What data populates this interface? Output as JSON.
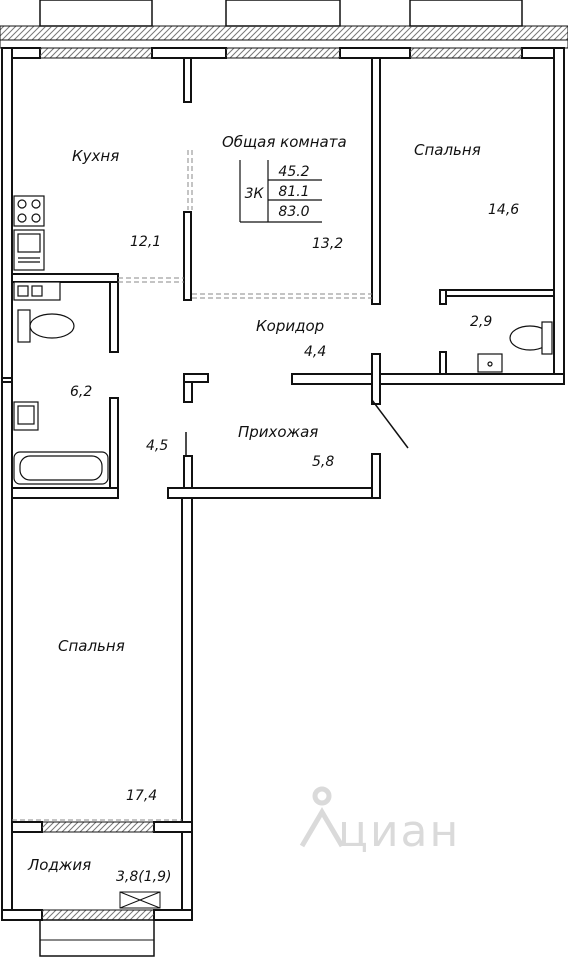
{
  "rooms": {
    "kitchen": {
      "label": "Кухня",
      "area": "12,1"
    },
    "living": {
      "label": "Общая комната",
      "area": "13,2"
    },
    "bedroom_ne": {
      "label": "Спальня",
      "area": "14,6"
    },
    "bath_ne": {
      "area": "2,9"
    },
    "corridor": {
      "label": "Коридор",
      "area": "4,4"
    },
    "bath_w": {
      "area": "6,2"
    },
    "closet": {
      "area": "4,5"
    },
    "hall": {
      "label": "Прихожая",
      "area": "5,8"
    },
    "bedroom_sw": {
      "label": "Спальня",
      "area": "17,4"
    },
    "loggia": {
      "label": "Лоджия",
      "area": "3,8(1,9)"
    }
  },
  "summary": {
    "type": "3К",
    "living_area": "45.2",
    "total_area": "81.1",
    "total_with_loggia": "83.0"
  },
  "watermark": {
    "text": "циан"
  },
  "colors": {
    "wall": "#111111",
    "hatch": "#888888",
    "watermark": "#d6d6d6"
  }
}
